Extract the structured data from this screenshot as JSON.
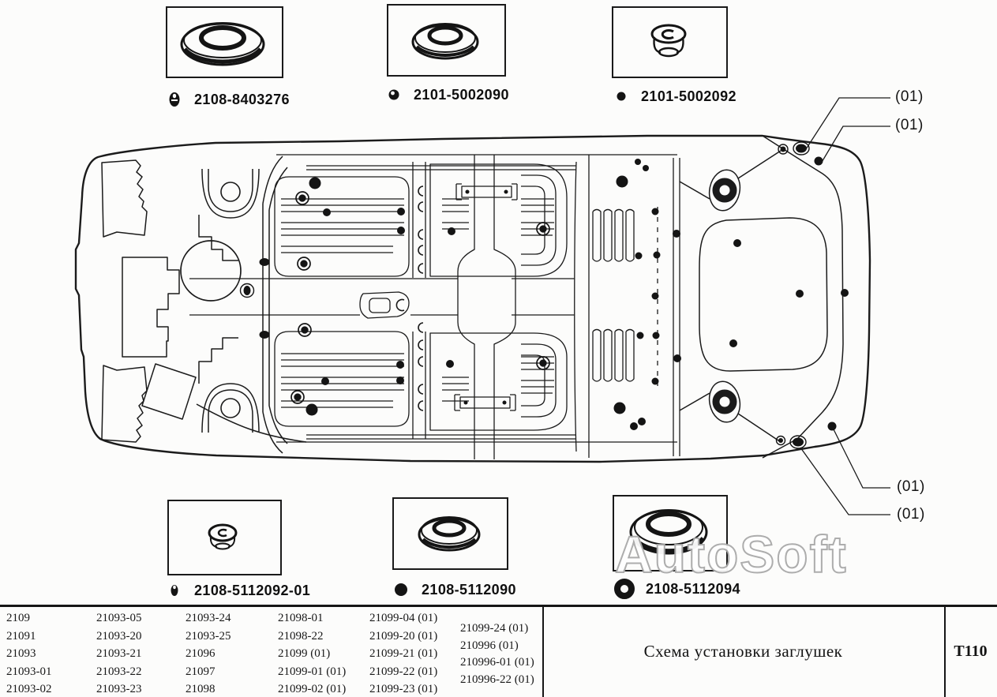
{
  "watermark": "AutoSoft",
  "top_parts": [
    {
      "part_number": "2108-8403276",
      "marker": "filled-oval"
    },
    {
      "part_number": "2101-5002090",
      "marker": "ring-dot"
    },
    {
      "part_number": "2101-5002092",
      "marker": "filled-dot"
    }
  ],
  "bottom_parts": [
    {
      "part_number": "2108-5112092-01",
      "marker": "small-filled-oval"
    },
    {
      "part_number": "2108-5112090",
      "marker": "large-filled-dot"
    },
    {
      "part_number": "2108-5112094",
      "marker": "thick-ring"
    }
  ],
  "callouts": {
    "labels": [
      "(01)",
      "(01)",
      "(01)",
      "(01)"
    ]
  },
  "table": {
    "columns": [
      [
        "2109",
        "21091",
        "21093",
        "21093-01",
        "21093-02"
      ],
      [
        "21093-05",
        "21093-20",
        "21093-21",
        "21093-22",
        "21093-23"
      ],
      [
        "21093-24",
        "21093-25",
        "21096",
        "21097",
        "21098"
      ],
      [
        "21098-01",
        "21098-22",
        "21099 (01)",
        "21099-01 (01)",
        "21099-02 (01)"
      ],
      [
        "21099-04 (01)",
        "21099-20 (01)",
        "21099-21 (01)",
        "21099-22 (01)",
        "21099-23 (01)"
      ],
      [
        "21099-24 (01)",
        "210996 (01)",
        "210996-01 (01)",
        "210996-22 (01)"
      ]
    ],
    "title": "Схема установки заглушек",
    "sheet_code": "Т110"
  }
}
